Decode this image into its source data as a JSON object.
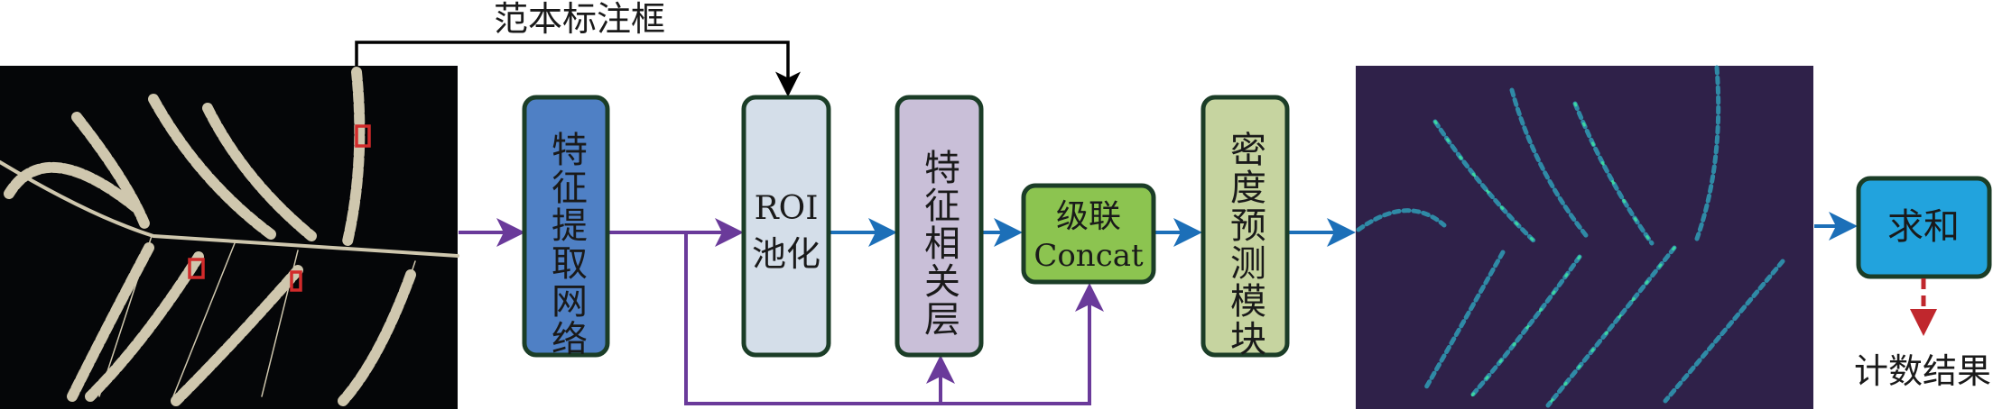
{
  "title": "范本标注框",
  "boxes": {
    "feature_extraction": "特征提取网络",
    "roi_line1": "ROI",
    "roi_line2": "池化",
    "correlation": "特征相关层",
    "concat_line1": "级联",
    "concat_line2": "Concat",
    "density": "密度预测模块",
    "sum": "求和"
  },
  "output_label": "计数结果",
  "colors": {
    "feature_extraction": "#4f80c5",
    "roi": "#d4dee9",
    "correlation": "#c9bfd8",
    "concat": "#8cc450",
    "density": "#c6d4a0",
    "sum": "#22a3dd",
    "box_border": "#1b3d27",
    "purple_arrow": "#6a3a9a",
    "blue_arrow": "#1c6fb8",
    "red_arrow": "#c0272d",
    "density_map_bg": "#2f2149"
  }
}
